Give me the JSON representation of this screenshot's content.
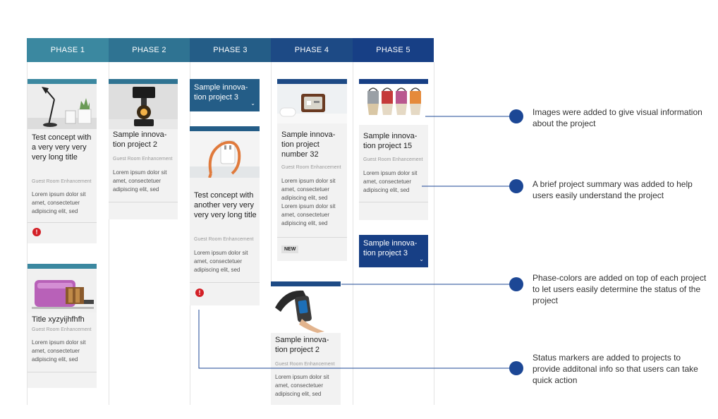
{
  "phases": [
    "PHASE 1",
    "PHASE 2",
    "PHASE 3",
    "PHASE 4",
    "PHASE 5"
  ],
  "colors": {
    "phase1": "#3b88a0",
    "phase2": "#2f7392",
    "phase3": "#245d87",
    "phase4": "#1d4a85",
    "phase5": "#173f85",
    "alert": "#d32027",
    "dot": "#1c4795"
  },
  "cards": {
    "p1a": {
      "title": "Test concept with a very very very very long title",
      "sub": "Guest Room Enhancement",
      "desc": "Lorem ipsum dolor sit amet, consectetuer adipiscing elit, sed",
      "status": "!"
    },
    "p1b": {
      "title": "Title xyzyijhfhfh",
      "sub": "Guest Room Enhancement",
      "desc": "Lorem ipsum dolor sit amet, consectetuer adipiscing elit, sed"
    },
    "p2a": {
      "title": "Sample innova-tion project 2",
      "sub": "Guest Room Enhancement",
      "desc": "Lorem ipsum dolor sit amet, consectetuer adipiscing elit, sed"
    },
    "p3a": {
      "title": "Sample innova-tion project 3"
    },
    "p3b": {
      "title": "Test concept with another very very very very long title",
      "sub": "Guest Room Enhancement",
      "desc": "Lorem ipsum dolor sit amet, consectetuer adipiscing elit, sed",
      "status": "!"
    },
    "p4a": {
      "title": "Sample innova-tion project number 32",
      "sub": "Guest Room Enhancement",
      "desc": "Lorem ipsum dolor sit amet, consectetuer adipiscing elit, sed Lorem ipsum dolor sit amet, consectetuer adipiscing elit, sed",
      "badge": "NEW"
    },
    "p4b": {
      "title": "Sample innova-tion project 2",
      "sub": "Guest Room Enhancement",
      "desc": "Lorem ipsum dolor sit amet, consectetuer adipiscing elit, sed"
    },
    "p5a": {
      "title": "Sample innova-tion project 15",
      "sub": "Guest Room Enhancement",
      "desc": "Lorem ipsum dolor sit amet, consectetuer adipiscing elit, sed"
    },
    "p5b": {
      "title": "Sample innova-tion project 3"
    }
  },
  "annotations": [
    "Images were added to give visual information about the project",
    "A brief project summary was added to help users easily understand the project",
    "Phase-colors are added on top of each project to let users easily determine the status of the project",
    "Status markers are added to projects to provide additonal info so that users can take quick action"
  ]
}
